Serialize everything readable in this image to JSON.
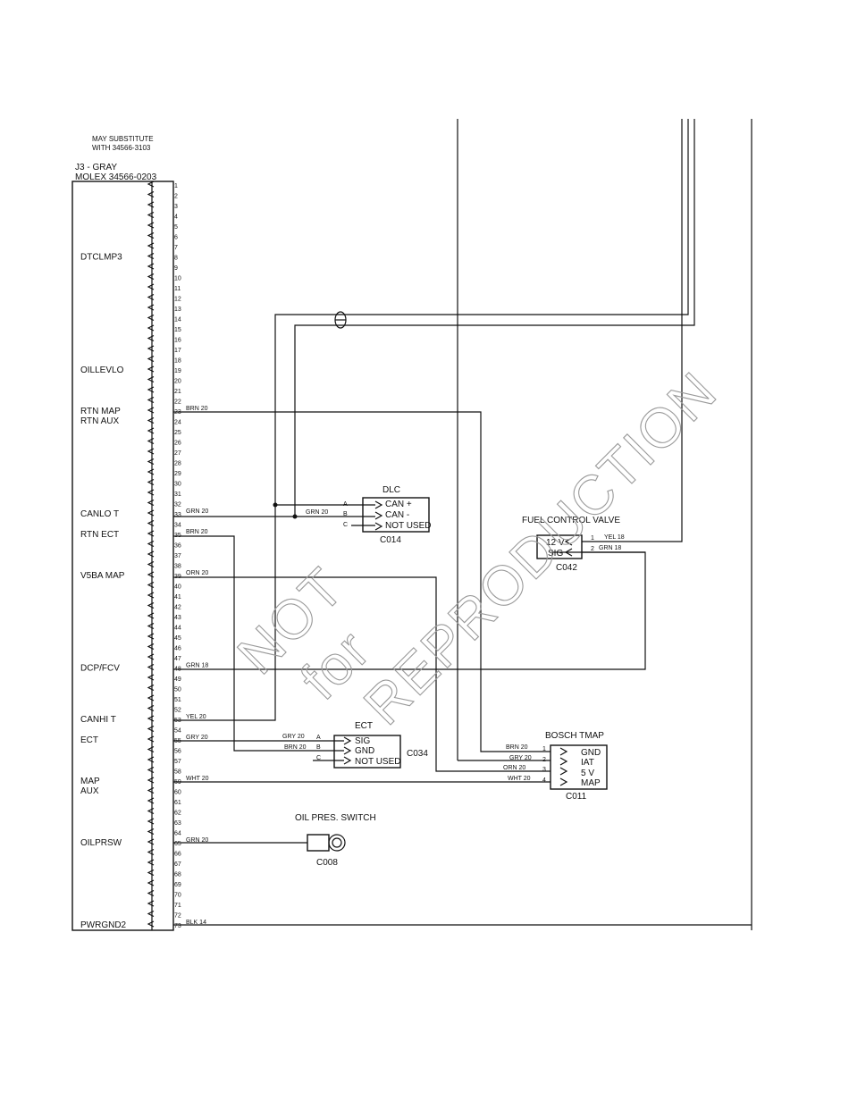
{
  "connector": {
    "note_line1": "MAY SUBSTITUTE",
    "note_line2": "WITH 34566-3103",
    "name": "J3 - GRAY",
    "part": "MOLEX 34566-0203",
    "pins": [
      "1",
      "2",
      "3",
      "4",
      "5",
      "6",
      "7",
      "8",
      "9",
      "10",
      "11",
      "12",
      "13",
      "14",
      "15",
      "16",
      "17",
      "18",
      "19",
      "20",
      "21",
      "22",
      "23",
      "24",
      "25",
      "26",
      "27",
      "28",
      "29",
      "30",
      "31",
      "32",
      "33",
      "34",
      "35",
      "36",
      "37",
      "38",
      "39",
      "40",
      "41",
      "42",
      "43",
      "44",
      "45",
      "46",
      "47",
      "48",
      "49",
      "50",
      "51",
      "52",
      "53",
      "54",
      "55",
      "56",
      "57",
      "58",
      "59",
      "60",
      "61",
      "62",
      "63",
      "64",
      "65",
      "66",
      "67",
      "68",
      "69",
      "70",
      "71",
      "72",
      "73"
    ]
  },
  "circuits": [
    {
      "id": "dtclmp3",
      "pin": 8,
      "lines": [
        "DTCLMP3"
      ]
    },
    {
      "id": "oillevlo",
      "pin": 19,
      "lines": [
        "OILLEVLO"
      ]
    },
    {
      "id": "rtn-map",
      "pin": 23,
      "lines": [
        "RTN MAP",
        "RTN AUX"
      ]
    },
    {
      "id": "canlo-t",
      "pin": 33,
      "lines": [
        "CANLO T"
      ]
    },
    {
      "id": "rtn-ect",
      "pin": 35,
      "lines": [
        "RTN ECT"
      ]
    },
    {
      "id": "v5ba-map",
      "pin": 39,
      "lines": [
        "V5BA MAP"
      ]
    },
    {
      "id": "dcp-fcv",
      "pin": 48,
      "lines": [
        "DCP/FCV"
      ]
    },
    {
      "id": "canhi-t",
      "pin": 53,
      "lines": [
        "CANHI T"
      ]
    },
    {
      "id": "ect",
      "pin": 55,
      "lines": [
        "ECT"
      ]
    },
    {
      "id": "map-aux",
      "pin": 59,
      "lines": [
        "MAP",
        "AUX"
      ]
    },
    {
      "id": "oilprsw",
      "pin": 65,
      "lines": [
        "OILPRSW"
      ]
    },
    {
      "id": "pwrgnd2",
      "pin": 73,
      "lines": [
        "PWRGND2"
      ]
    }
  ],
  "wire_labels": [
    {
      "pin": 23,
      "text": "BRN 20"
    },
    {
      "pin": 33,
      "text": "GRN 20"
    },
    {
      "pin": 35,
      "text": "BRN 20"
    },
    {
      "pin": 39,
      "text": "ORN 20"
    },
    {
      "pin": 48,
      "text": "GRN 18"
    },
    {
      "pin": 53,
      "text": "YEL 20"
    },
    {
      "pin": 55,
      "text": "GRY 20"
    },
    {
      "pin": 59,
      "text": "WHT 20"
    },
    {
      "pin": 65,
      "text": "GRN 20"
    },
    {
      "pin": 73,
      "text": "BLK 14"
    }
  ],
  "dlc": {
    "title": "DLC",
    "pins": [
      "A",
      "B",
      "C"
    ],
    "terminals": [
      "CAN +",
      "CAN -",
      "NOT USED"
    ],
    "wire": "GRN 20",
    "id": "C014"
  },
  "fcv": {
    "title": "FUEL CONTROL VALVE",
    "terminals": [
      "12 V",
      "SIG"
    ],
    "pins": [
      "1",
      "2"
    ],
    "wires": [
      "YEL 18",
      "GRN 18"
    ],
    "id": "C042"
  },
  "ect": {
    "title": "ECT",
    "pins": [
      "A",
      "B",
      "C"
    ],
    "wires": [
      "GRY 20",
      "BRN 20"
    ],
    "terminals": [
      "SIG",
      "GND",
      "NOT USED"
    ],
    "id": "C034"
  },
  "tmap": {
    "title": "BOSCH TMAP",
    "pins": [
      "1",
      "2",
      "3",
      "4"
    ],
    "wires": [
      "BRN 20",
      "GRY 20",
      "ORN 20",
      "WHT 20"
    ],
    "terminals": [
      "GND",
      "IAT",
      "5 V",
      "MAP"
    ],
    "id": "C011"
  },
  "oil_switch": {
    "title": "OIL PRES. SWITCH",
    "id": "C008"
  },
  "watermark": {
    "line1": "NOT",
    "line2": "for",
    "line3": "REPRODUCTION"
  }
}
